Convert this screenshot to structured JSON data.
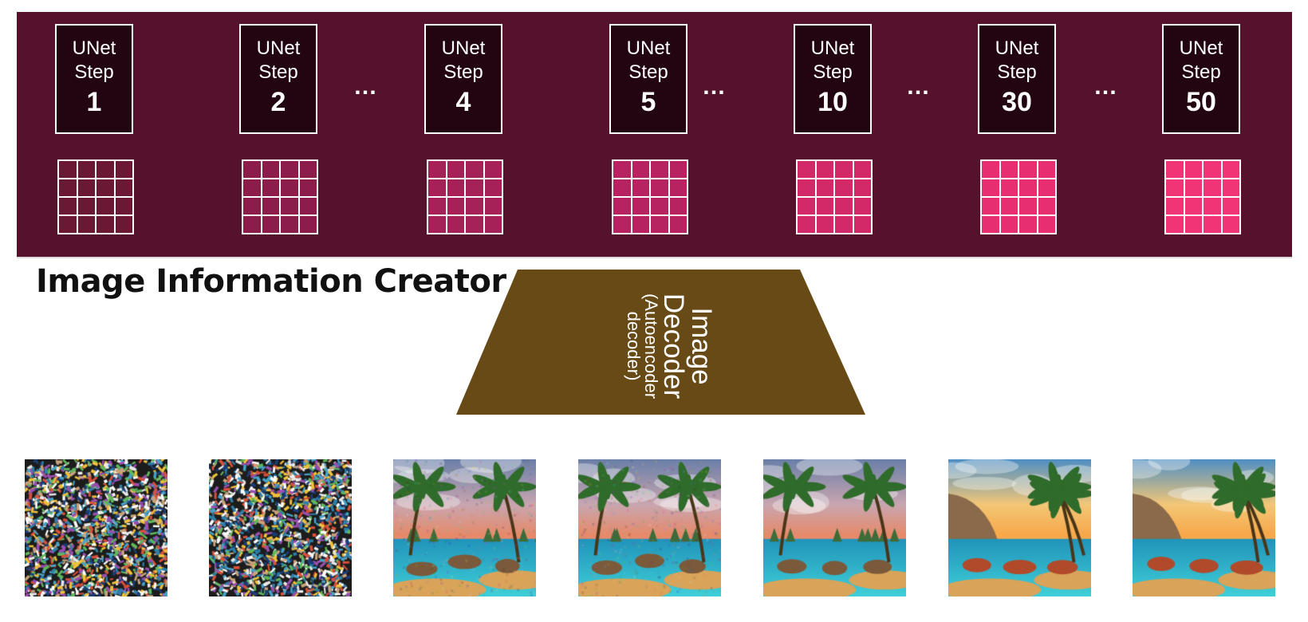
{
  "section_title": "Image Information Creator",
  "separator": "…",
  "unet_steps": [
    {
      "line1": "UNet",
      "line2": "Step",
      "number": "1",
      "latent_color": "#6a1834"
    },
    {
      "line1": "UNet",
      "line2": "Step",
      "number": "2",
      "latent_color": "#8c1d4a"
    },
    {
      "line1": "UNet",
      "line2": "Step",
      "number": "4",
      "latent_color": "#a52158"
    },
    {
      "line1": "UNet",
      "line2": "Step",
      "number": "5",
      "latent_color": "#b72361"
    },
    {
      "line1": "UNet",
      "line2": "Step",
      "number": "10",
      "latent_color": "#d42968"
    },
    {
      "line1": "UNet",
      "line2": "Step",
      "number": "30",
      "latent_color": "#e72e70"
    },
    {
      "line1": "UNet",
      "line2": "Step",
      "number": "50",
      "latent_color": "#f03476"
    }
  ],
  "decoder": {
    "line1": "Image",
    "line2": "Decoder",
    "line3": "(Autoencoder",
    "line4": "decoder)",
    "fill": "#674a16"
  },
  "colors": {
    "band": "#55122c",
    "step_box": "#230512",
    "border": "#ffffff"
  },
  "output_images": [
    {
      "kind": "noise"
    },
    {
      "kind": "noise"
    },
    {
      "kind": "beach-rough"
    },
    {
      "kind": "beach-rough"
    },
    {
      "kind": "beach-mid"
    },
    {
      "kind": "beach-clean"
    },
    {
      "kind": "beach-clean"
    }
  ]
}
